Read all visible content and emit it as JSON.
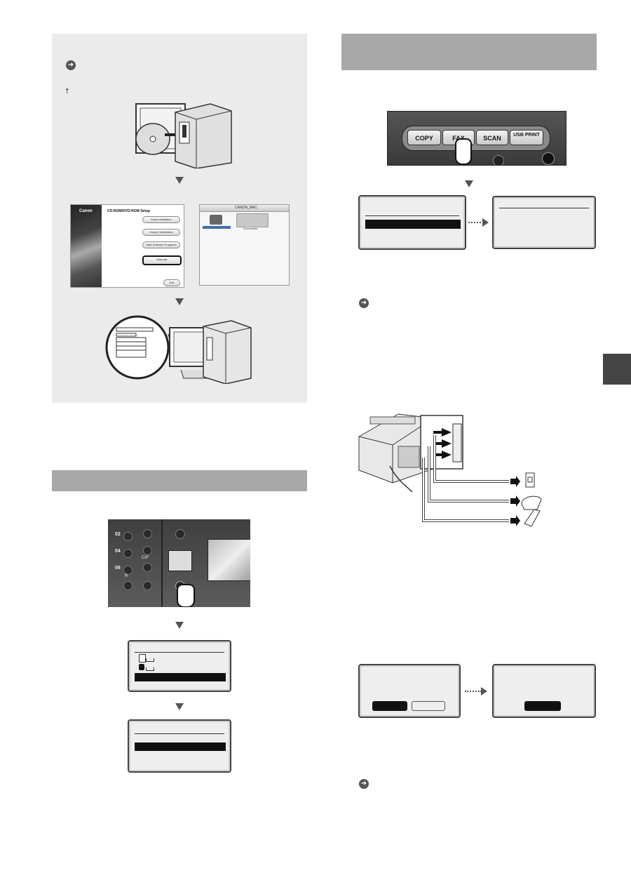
{
  "page": {
    "side_tab_color": "#444444",
    "accent_gray": "#a8a8a8",
    "box_gray": "#ebebeb"
  },
  "left_box": {
    "ref_icon": "arrow-circle-icon",
    "dagger": "†",
    "setup_window": {
      "brand": "Canon",
      "title": "CD-ROM/DVD-ROM Setup",
      "buttons": [
        "Easy Installation",
        "Custom Installation",
        "Start Software Programs",
        "Manuals",
        "Exit"
      ]
    },
    "mac_window": {
      "title": "CANON_MAC",
      "items": [
        "Documents"
      ]
    }
  },
  "right_panel": {
    "mode_buttons": [
      "COPY",
      "FAX",
      "SCAN",
      "USB PRINT"
    ]
  },
  "icons": {
    "ref_icon_1": "arrow-circle-icon",
    "ref_icon_2": "arrow-circle-icon",
    "ref_icon_3": "arrow-circle-icon"
  },
  "left_panel": {
    "speed_dial_labels": [
      "02",
      "04",
      "06"
    ],
    "cor_label": "C/P",
    "r_label": "R"
  }
}
